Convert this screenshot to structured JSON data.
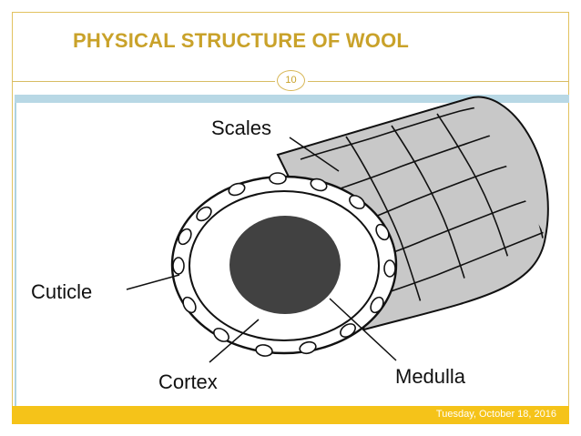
{
  "slide": {
    "title": "PHYSICAL STRUCTURE OF WOOL",
    "page_number": "10",
    "date": "Tuesday, October 18, 2016"
  },
  "diagram": {
    "labels": {
      "scales": "Scales",
      "cuticle": "Cuticle",
      "cortex": "Cortex",
      "medulla": "Medulla"
    }
  },
  "colors": {
    "accent": "#c9a22a",
    "footer": "#f5c319",
    "fiber_fill": "#c8c8c8",
    "medulla_fill": "#414141"
  }
}
